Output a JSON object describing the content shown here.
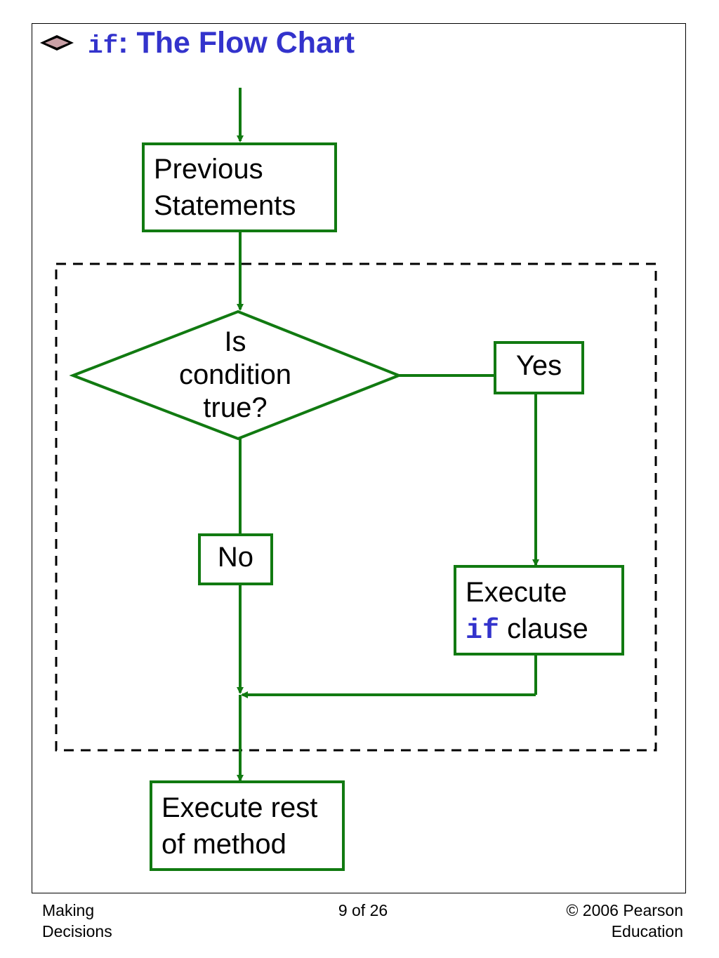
{
  "title": {
    "code": "if",
    "text": ": The Flow Chart"
  },
  "icons": {
    "bullet": "diamond-bullet-icon"
  },
  "colors": {
    "title": "#3333cc",
    "flow_line": "#117a11",
    "border": "#000000"
  },
  "flowchart": {
    "previous_line1": "Previous",
    "previous_line2": "Statements",
    "decision_line1": "Is",
    "decision_line2": "condition",
    "decision_line3": "true?",
    "yes_label": "Yes",
    "no_label": "No",
    "execute_line1": "Execute",
    "execute_code": "if",
    "execute_rest": " clause",
    "rest_line1": "Execute rest",
    "rest_line2": "of method"
  },
  "footer": {
    "left_line1": "Making",
    "left_line2": "Decisions",
    "page": "9 of 26",
    "right_line1": "© 2006 Pearson",
    "right_line2": "Education"
  }
}
